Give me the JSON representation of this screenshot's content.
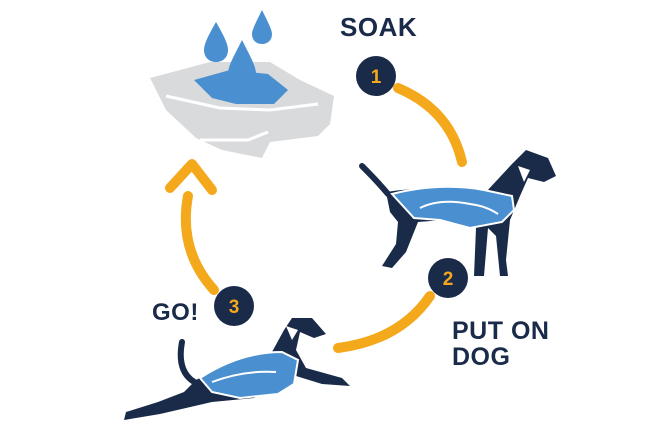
{
  "steps": [
    {
      "number": "1",
      "label": "SOAK"
    },
    {
      "number": "2",
      "label_line1": "PUT ON",
      "label_line2": "DOG"
    },
    {
      "number": "3",
      "label": "GO!"
    }
  ],
  "colors": {
    "navy": "#1a2b4a",
    "orange": "#f4a81c",
    "coat_blue": "#4a90d1",
    "water_blue": "#4a90d1",
    "fabric_gray": "#d9dadc"
  },
  "icons": {
    "step1": "wet-coat-fabric-icon",
    "step2": "standing-dog-icon",
    "step3": "running-dog-icon"
  }
}
